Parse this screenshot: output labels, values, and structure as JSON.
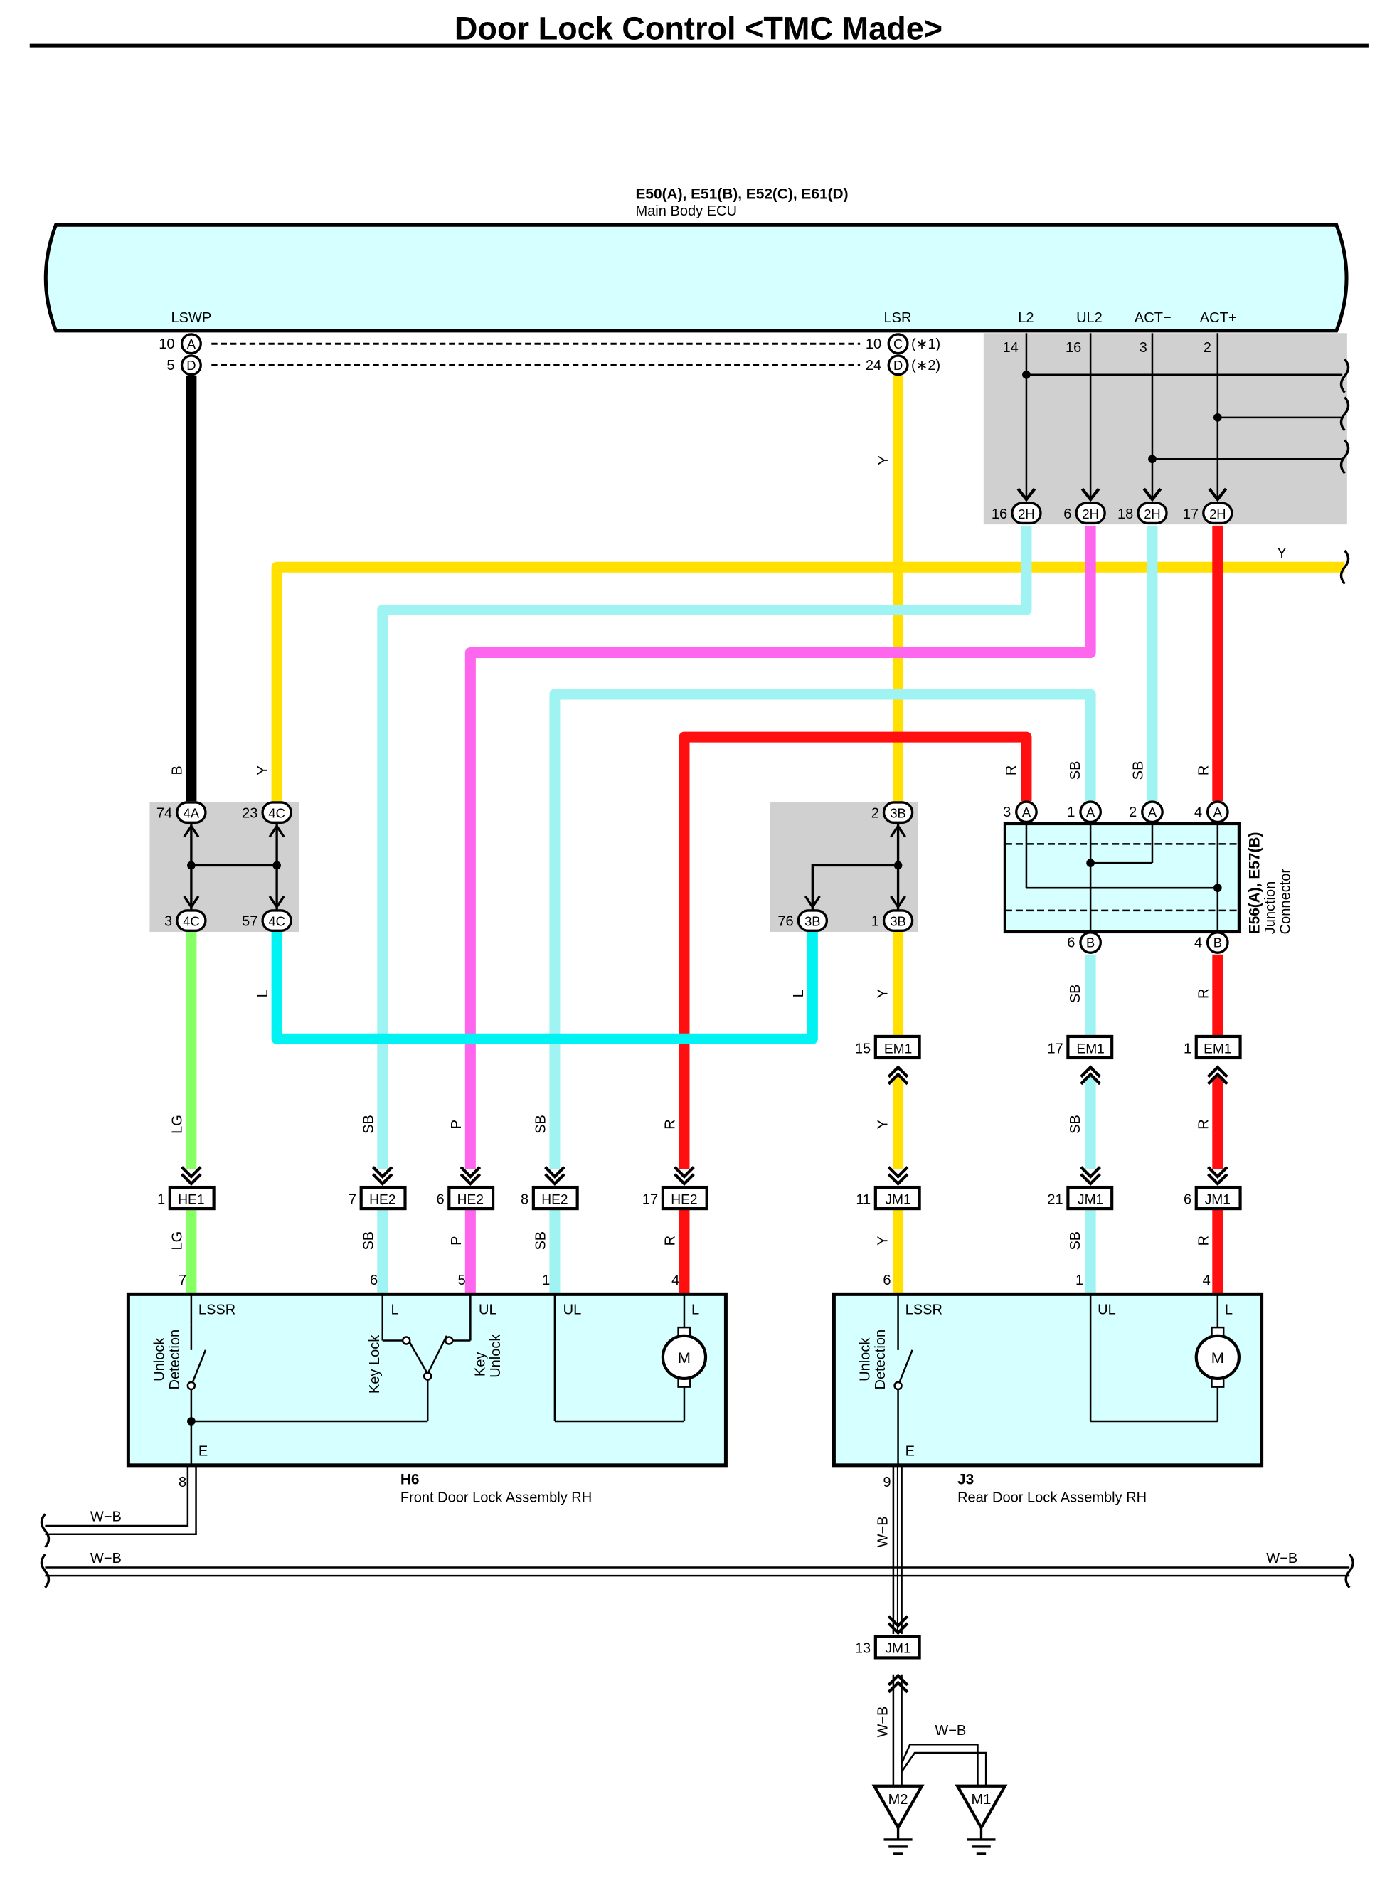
{
  "title": "Door Lock Control <TMC Made>",
  "colors": {
    "Y": "#ffe000",
    "SB": "#9ff3f3",
    "L": "#00f2f2",
    "P": "#ff66ee",
    "R": "#ff0f0f",
    "B": "#000000",
    "LG": "#88ff66",
    "W-B": "#000000",
    "component_fill": "#d6ffff",
    "junction_fill": "#d0d0d0"
  },
  "ecu": {
    "connectors": "E50(A), E51(B), E52(C), E61(D)",
    "name": "Main Body ECU",
    "terminals": {
      "lswp": "LSWP",
      "lsr": "LSR",
      "l2": "L2",
      "ul2": "UL2",
      "act_minus": "ACT−",
      "act_plus": "ACT+"
    },
    "pins": {
      "lswp_a": "10",
      "lswp_d": "5",
      "lsr_c": "10",
      "lsr_d": "24",
      "l2": "14",
      "ul2": "16",
      "act_minus": "3",
      "act_plus": "2",
      "note1": "(∗1)",
      "note2": "(∗2)"
    },
    "letters": {
      "a": "A",
      "d": "D",
      "c": "C",
      "d2": "D"
    }
  },
  "j2h": {
    "conn": "2H",
    "pins": [
      "16",
      "6",
      "18",
      "17"
    ]
  },
  "j4": {
    "top": [
      {
        "pin": "74",
        "conn": "4A"
      },
      {
        "pin": "23",
        "conn": "4C"
      }
    ],
    "bottom": [
      {
        "pin": "3",
        "conn": "4C"
      },
      {
        "pin": "57",
        "conn": "4C"
      }
    ]
  },
  "j3b": {
    "top": {
      "pin": "2",
      "conn": "3B"
    },
    "bottom": [
      {
        "pin": "76",
        "conn": "3B"
      },
      {
        "pin": "1",
        "conn": "3B"
      }
    ]
  },
  "junction": {
    "connectors": "E56(A), E57(B)",
    "name_line1": "Junction",
    "name_line2": "Connector",
    "top": [
      {
        "pin": "3",
        "letter": "A"
      },
      {
        "pin": "1",
        "letter": "A"
      },
      {
        "pin": "2",
        "letter": "A"
      },
      {
        "pin": "4",
        "letter": "A"
      }
    ],
    "bottom": [
      {
        "pin": "6",
        "letter": "B"
      },
      {
        "pin": "4",
        "letter": "B"
      }
    ]
  },
  "em1": {
    "name": "EM1",
    "pins": [
      "15",
      "17",
      "1"
    ]
  },
  "connectors_row": [
    {
      "pin": "1",
      "name": "HE1"
    },
    {
      "pin": "7",
      "name": "HE2"
    },
    {
      "pin": "6",
      "name": "HE2"
    },
    {
      "pin": "8",
      "name": "HE2"
    },
    {
      "pin": "17",
      "name": "HE2"
    },
    {
      "pin": "11",
      "name": "JM1"
    },
    {
      "pin": "21",
      "name": "JM1"
    },
    {
      "pin": "6",
      "name": "JM1"
    }
  ],
  "wire_labels": {
    "b": "B",
    "y": "Y",
    "r": "R",
    "sb": "SB",
    "lg": "LG",
    "l": "L",
    "p": "P",
    "wb": "W−B"
  },
  "h6": {
    "id": "H6",
    "name": "Front Door Lock Assembly RH",
    "pins": [
      "7",
      "6",
      "5",
      "1",
      "4",
      "8"
    ],
    "terms": {
      "lssr": "LSSR",
      "l1": "L",
      "ul1": "UL",
      "ul2": "UL",
      "l2": "L",
      "e": "E"
    },
    "unlock_detection_1": "Unlock",
    "unlock_detection_2": "Detection",
    "key_lock": "Key Lock",
    "key_unlock_1": "Key",
    "key_unlock_2": "Unlock",
    "motor": "M"
  },
  "j3": {
    "id": "J3",
    "name": "Rear Door Lock Assembly RH",
    "pins": [
      "6",
      "1",
      "4",
      "9"
    ],
    "terms": {
      "lssr": "LSSR",
      "ul": "UL",
      "l": "L",
      "e": "E"
    },
    "unlock_detection_1": "Unlock",
    "unlock_detection_2": "Detection",
    "motor": "M"
  },
  "jm1_bottom": {
    "pin": "13",
    "name": "JM1"
  },
  "grounds": [
    "M2",
    "M1"
  ]
}
